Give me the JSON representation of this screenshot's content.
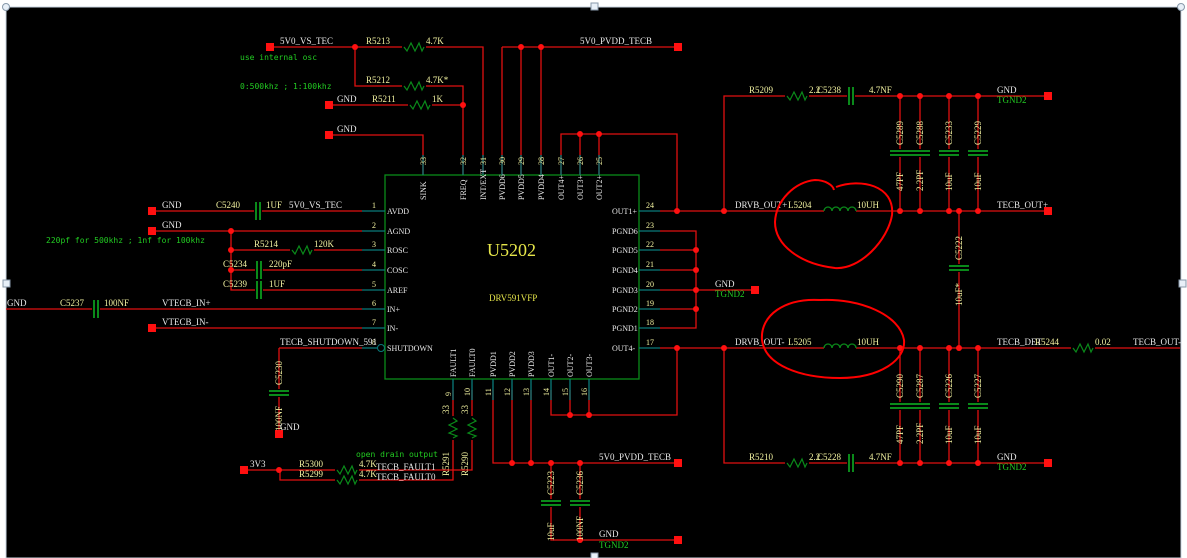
{
  "colors": {
    "background": "#000000",
    "wire": "#e01010",
    "junction": "#ff1010",
    "component": "#0a7a1a",
    "pin_stub": "#0a7a7a",
    "label": "#f2f2a0",
    "net_label": "#e8e8e8",
    "note": "#22cc22",
    "annotation": "#ff0000",
    "frame": "#c8d4e0"
  },
  "chip": {
    "ref": "U5202",
    "part": "DRV591VFP",
    "left_pins": [
      {
        "num": "1",
        "name": "AVDD"
      },
      {
        "num": "2",
        "name": "AGND"
      },
      {
        "num": "3",
        "name": "ROSC"
      },
      {
        "num": "4",
        "name": "COSC"
      },
      {
        "num": "5",
        "name": "AREF"
      },
      {
        "num": "6",
        "name": "IN+"
      },
      {
        "num": "7",
        "name": "IN-"
      },
      {
        "num": "8",
        "name": "SHUTDOWN"
      }
    ],
    "top_pins": [
      {
        "num": "33",
        "name": "SINK"
      },
      {
        "num": "32",
        "name": "FREQ"
      },
      {
        "num": "31",
        "name": "INT/EXT"
      },
      {
        "num": "30",
        "name": "PVDD6"
      },
      {
        "num": "29",
        "name": "PVDD5"
      },
      {
        "num": "28",
        "name": "PVDD4"
      },
      {
        "num": "27",
        "name": "OUT4+"
      },
      {
        "num": "26",
        "name": "OUT3+"
      },
      {
        "num": "25",
        "name": "OUT2+"
      }
    ],
    "right_pins": [
      {
        "num": "24",
        "name": "OUT1+"
      },
      {
        "num": "23",
        "name": "PGND6"
      },
      {
        "num": "22",
        "name": "PGND5"
      },
      {
        "num": "21",
        "name": "PGND4"
      },
      {
        "num": "20",
        "name": "PGND3"
      },
      {
        "num": "19",
        "name": "PGND2"
      },
      {
        "num": "18",
        "name": "PGND1"
      },
      {
        "num": "17",
        "name": "OUT4-"
      }
    ],
    "bottom_pins": [
      {
        "num": "9",
        "name": "FAULT1"
      },
      {
        "num": "10",
        "name": "FAULT0"
      },
      {
        "num": "11",
        "name": "PVDD1"
      },
      {
        "num": "12",
        "name": "PVDD2"
      },
      {
        "num": "13",
        "name": "PVDD3"
      },
      {
        "num": "14",
        "name": "OUT1-"
      },
      {
        "num": "15",
        "name": "OUT2-"
      },
      {
        "num": "16",
        "name": "OUT3-"
      }
    ]
  },
  "nets": {
    "vs_tec": "5V0_VS_TEC",
    "pvdd_top": "5V0_PVDD_TECB",
    "pvdd_bottom": "5V0_PVDD_TECB",
    "gnd": "GND",
    "tgnd2": "TGND2",
    "in_plus": "VTECB_IN+",
    "in_minus": "VTECB_IN-",
    "shutdown": "TECB_SHUTDOWN_591",
    "v3v3": "3V3",
    "fault1": "TECB_FAULT1",
    "fault0": "TECB_FAULT0",
    "drv_plus": "DRVB_OUT+",
    "drv_minus": "DRVB_OUT-",
    "out_plus": "TECB_OUT+",
    "out_minus": "TECB_OUT-",
    "det": "TECB_DET"
  },
  "notes": {
    "osc": "use internal osc",
    "freq": "0:500khz ; 1:100khz",
    "cosc": "220pf for 500khz ; 1nf for 100khz",
    "open_drain": "open drain output"
  },
  "components": {
    "R5213": {
      "ref": "R5213",
      "value": "4.7K"
    },
    "R5212": {
      "ref": "R5212",
      "value": "4.7K*"
    },
    "R5211": {
      "ref": "R5211",
      "value": "1K"
    },
    "C5240": {
      "ref": "C5240",
      "value": "1UF"
    },
    "R5214": {
      "ref": "R5214",
      "value": "120K"
    },
    "C5234": {
      "ref": "C5234",
      "value": "220pF"
    },
    "C5239": {
      "ref": "C5239",
      "value": "1UF"
    },
    "C5237": {
      "ref": "C5237",
      "value": "100NF"
    },
    "C5230": {
      "ref": "C5230",
      "value": "100NF"
    },
    "R5291": {
      "ref": "R5291",
      "value": "33"
    },
    "R5290": {
      "ref": "R5290",
      "value": "33"
    },
    "R5300": {
      "ref": "R5300",
      "value": "4.7K"
    },
    "R5299": {
      "ref": "R5299",
      "value": "4.7K"
    },
    "C5223": {
      "ref": "C5223",
      "value": "10uF"
    },
    "C5236": {
      "ref": "C5236",
      "value": "100NF"
    },
    "R5209": {
      "ref": "R5209",
      "value": "2.2"
    },
    "C5238": {
      "ref": "C5238",
      "value": "4.7NF"
    },
    "C5289": {
      "ref": "C5289",
      "value": "47PF"
    },
    "C5288": {
      "ref": "C5288",
      "value": "2.2PF"
    },
    "C5233": {
      "ref": "C5233",
      "value": "10uF"
    },
    "C5229": {
      "ref": "C5229",
      "value": "10uF"
    },
    "L5204": {
      "ref": "L5204",
      "value": "10UH"
    },
    "C5222": {
      "ref": "C5222",
      "value": "10uF*"
    },
    "L5205": {
      "ref": "L5205",
      "value": "10UH"
    },
    "R5244": {
      "ref": "R5244",
      "value": "0.02"
    },
    "C5290": {
      "ref": "C5290",
      "value": "47PF"
    },
    "C5287": {
      "ref": "C5287",
      "value": "2.2PF"
    },
    "C5226": {
      "ref": "C5226",
      "value": "10uF"
    },
    "C5227": {
      "ref": "C5227",
      "value": "10uF"
    },
    "R5210": {
      "ref": "R5210",
      "value": "2.2"
    },
    "C5228": {
      "ref": "C5228",
      "value": "4.7NF"
    }
  }
}
